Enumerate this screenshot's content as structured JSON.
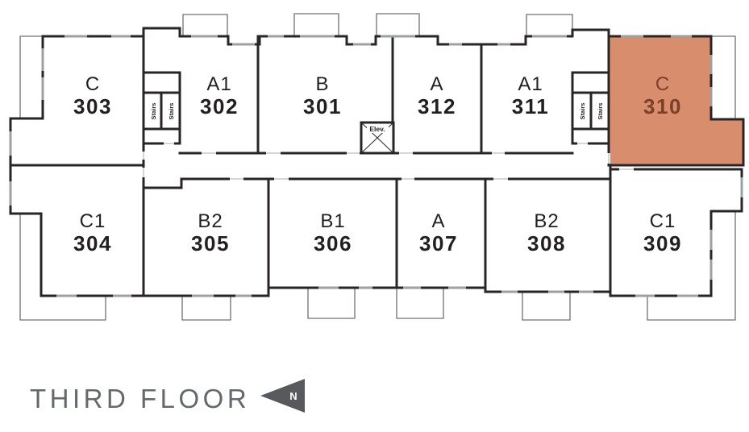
{
  "title": "THIRD FLOOR",
  "north_label": "N",
  "labels": {
    "stairs": "Stairs",
    "elevator": "Elev."
  },
  "colors": {
    "wall": "#29२526",
    "wall_hex": "#292526",
    "highlight_fill": "#d88e6d",
    "highlight_text": "#7b4028",
    "title_text": "#65686c",
    "north_arrow": "#57595c",
    "window_mark": "#9ea0a3",
    "balcony_line": "#6f7073"
  },
  "units": [
    {
      "type": "C",
      "number": "303",
      "row": "top",
      "highlighted": false
    },
    {
      "type": "A1",
      "number": "302",
      "row": "top",
      "highlighted": false
    },
    {
      "type": "B",
      "number": "301",
      "row": "top",
      "highlighted": false
    },
    {
      "type": "A",
      "number": "312",
      "row": "top",
      "highlighted": false
    },
    {
      "type": "A1",
      "number": "311",
      "row": "top",
      "highlighted": false
    },
    {
      "type": "C",
      "number": "310",
      "row": "top",
      "highlighted": true
    },
    {
      "type": "C1",
      "number": "304",
      "row": "bottom",
      "highlighted": false
    },
    {
      "type": "B2",
      "number": "305",
      "row": "bottom",
      "highlighted": false
    },
    {
      "type": "B1",
      "number": "306",
      "row": "bottom",
      "highlighted": false
    },
    {
      "type": "A",
      "number": "307",
      "row": "bottom",
      "highlighted": false
    },
    {
      "type": "B2",
      "number": "308",
      "row": "bottom",
      "highlighted": false
    },
    {
      "type": "C1",
      "number": "309",
      "row": "bottom",
      "highlighted": false
    }
  ]
}
